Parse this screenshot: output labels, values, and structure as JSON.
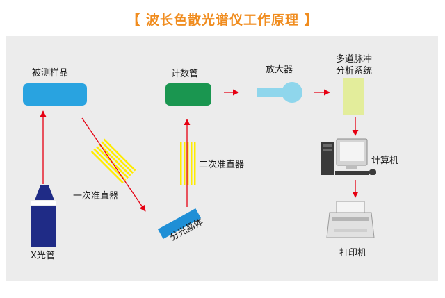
{
  "title": "【 波长色散光谱仪工作原理 】",
  "labels": {
    "sample": "被测样品",
    "counter": "计数管",
    "amplifier": "放大器",
    "analyzer_line1": "多道脉冲",
    "analyzer_line2": "分析系统",
    "computer": "计算机",
    "collimator1": "一次准直器",
    "collimator2": "二次准直器",
    "crystal": "分光晶体",
    "xray_tube": "X光管",
    "printer": "打印机"
  },
  "colors": {
    "title": "#f08c1e",
    "panel": "#ececec",
    "sample_box": "#29a3e0",
    "counter_box": "#1a9650",
    "amplifier": "#8fd6ec",
    "analyzer_box": "#e3ed9b",
    "collimator": "#ffec00",
    "crystal": "#1f8fd6",
    "xray_tube": "#1f2b86",
    "arrow": "#e60012"
  }
}
